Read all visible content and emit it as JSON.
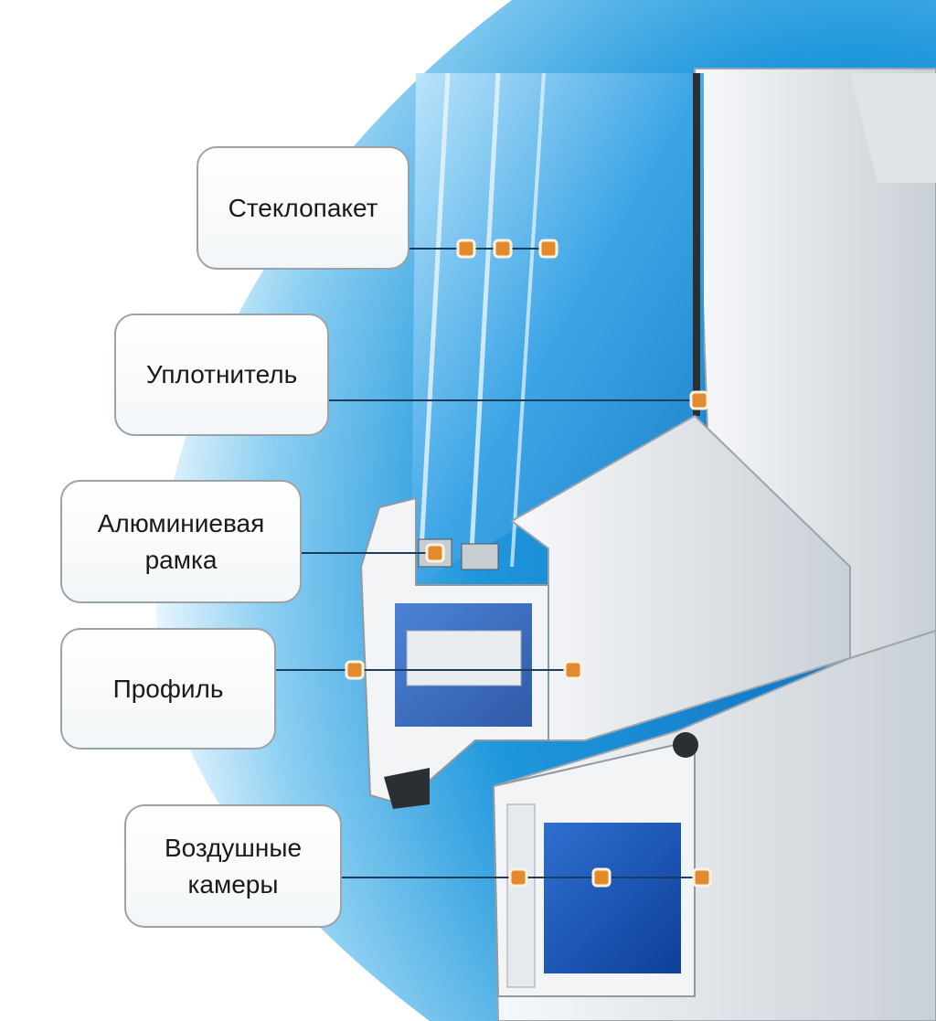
{
  "title": "Устройство пластикового окна",
  "labels": {
    "glass_unit": "Стеклопакет",
    "seal": "Уплотнитель",
    "aluminium_frame_line1": "Алюминиевая",
    "aluminium_frame_line2": "рамка",
    "profile": "Профиль",
    "air_chambers_line1": "Воздушные",
    "air_chambers_line2": "камеры"
  },
  "colors": {
    "marker": "#e38a2f",
    "background_blue": "#1e8fd6",
    "glass": "#3aa7e3",
    "profile": "#eef1f4"
  }
}
